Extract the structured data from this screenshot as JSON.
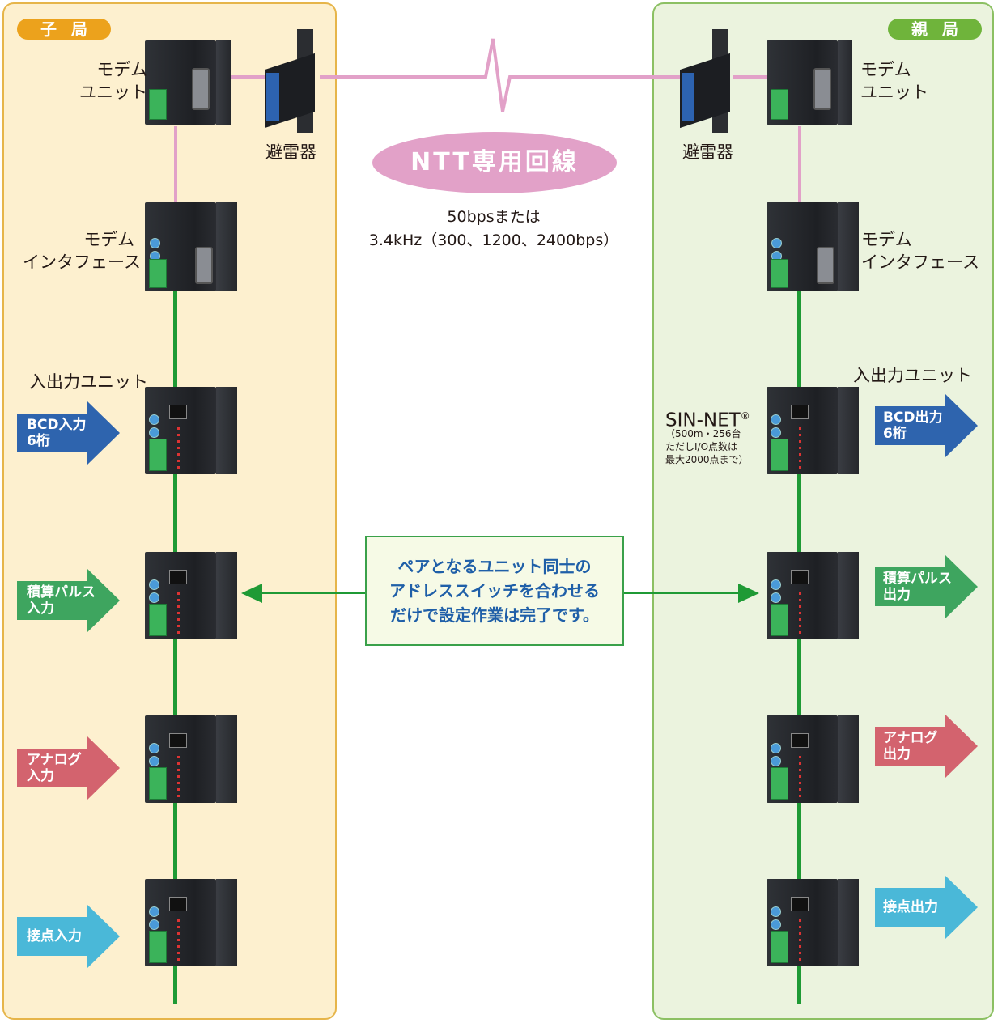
{
  "child_station": {
    "label": "子局"
  },
  "parent_station": {
    "label": "親局"
  },
  "modem_unit": {
    "line1": "モデム",
    "line2": "ユニット"
  },
  "surge_protector": {
    "label": "避雷器"
  },
  "modem_interface": {
    "line1": "モデム",
    "line2": "インタフェース"
  },
  "io_unit": {
    "label": "入出力ユニット"
  },
  "line": {
    "name": "NTT専用回線",
    "speed_line1": "50bpsまたは",
    "speed_line2": "3.4kHz（300、1200、2400bps）"
  },
  "sin_net": {
    "title": "SIN-NET",
    "mark": "®",
    "note1": "（500m・256台",
    "note2": "ただしI/O点数は",
    "note3": "最大2000点まで）"
  },
  "note": {
    "line1": "ペアとなるユニット同士の",
    "line2": "アドレススイッチを合わせる",
    "line3": "だけで設定作業は完了です。"
  },
  "inputs": [
    {
      "line1": "BCD入力",
      "line2": "6桁",
      "color": "#2e64ae"
    },
    {
      "line1": "積算パルス",
      "line2": "入力",
      "color": "#3ea55f"
    },
    {
      "line1": "アナログ",
      "line2": "入力",
      "color": "#d3636e"
    },
    {
      "line1": "接点入力",
      "line2": "",
      "color": "#4ab8d8"
    }
  ],
  "outputs": [
    {
      "line1": "BCD出力",
      "line2": "6桁",
      "color": "#2e64ae"
    },
    {
      "line1": "積算パルス",
      "line2": "出力",
      "color": "#3ea55f"
    },
    {
      "line1": "アナログ",
      "line2": "出力",
      "color": "#d3636e"
    },
    {
      "line1": "接点出力",
      "line2": "",
      "color": "#4ab8d8"
    }
  ]
}
